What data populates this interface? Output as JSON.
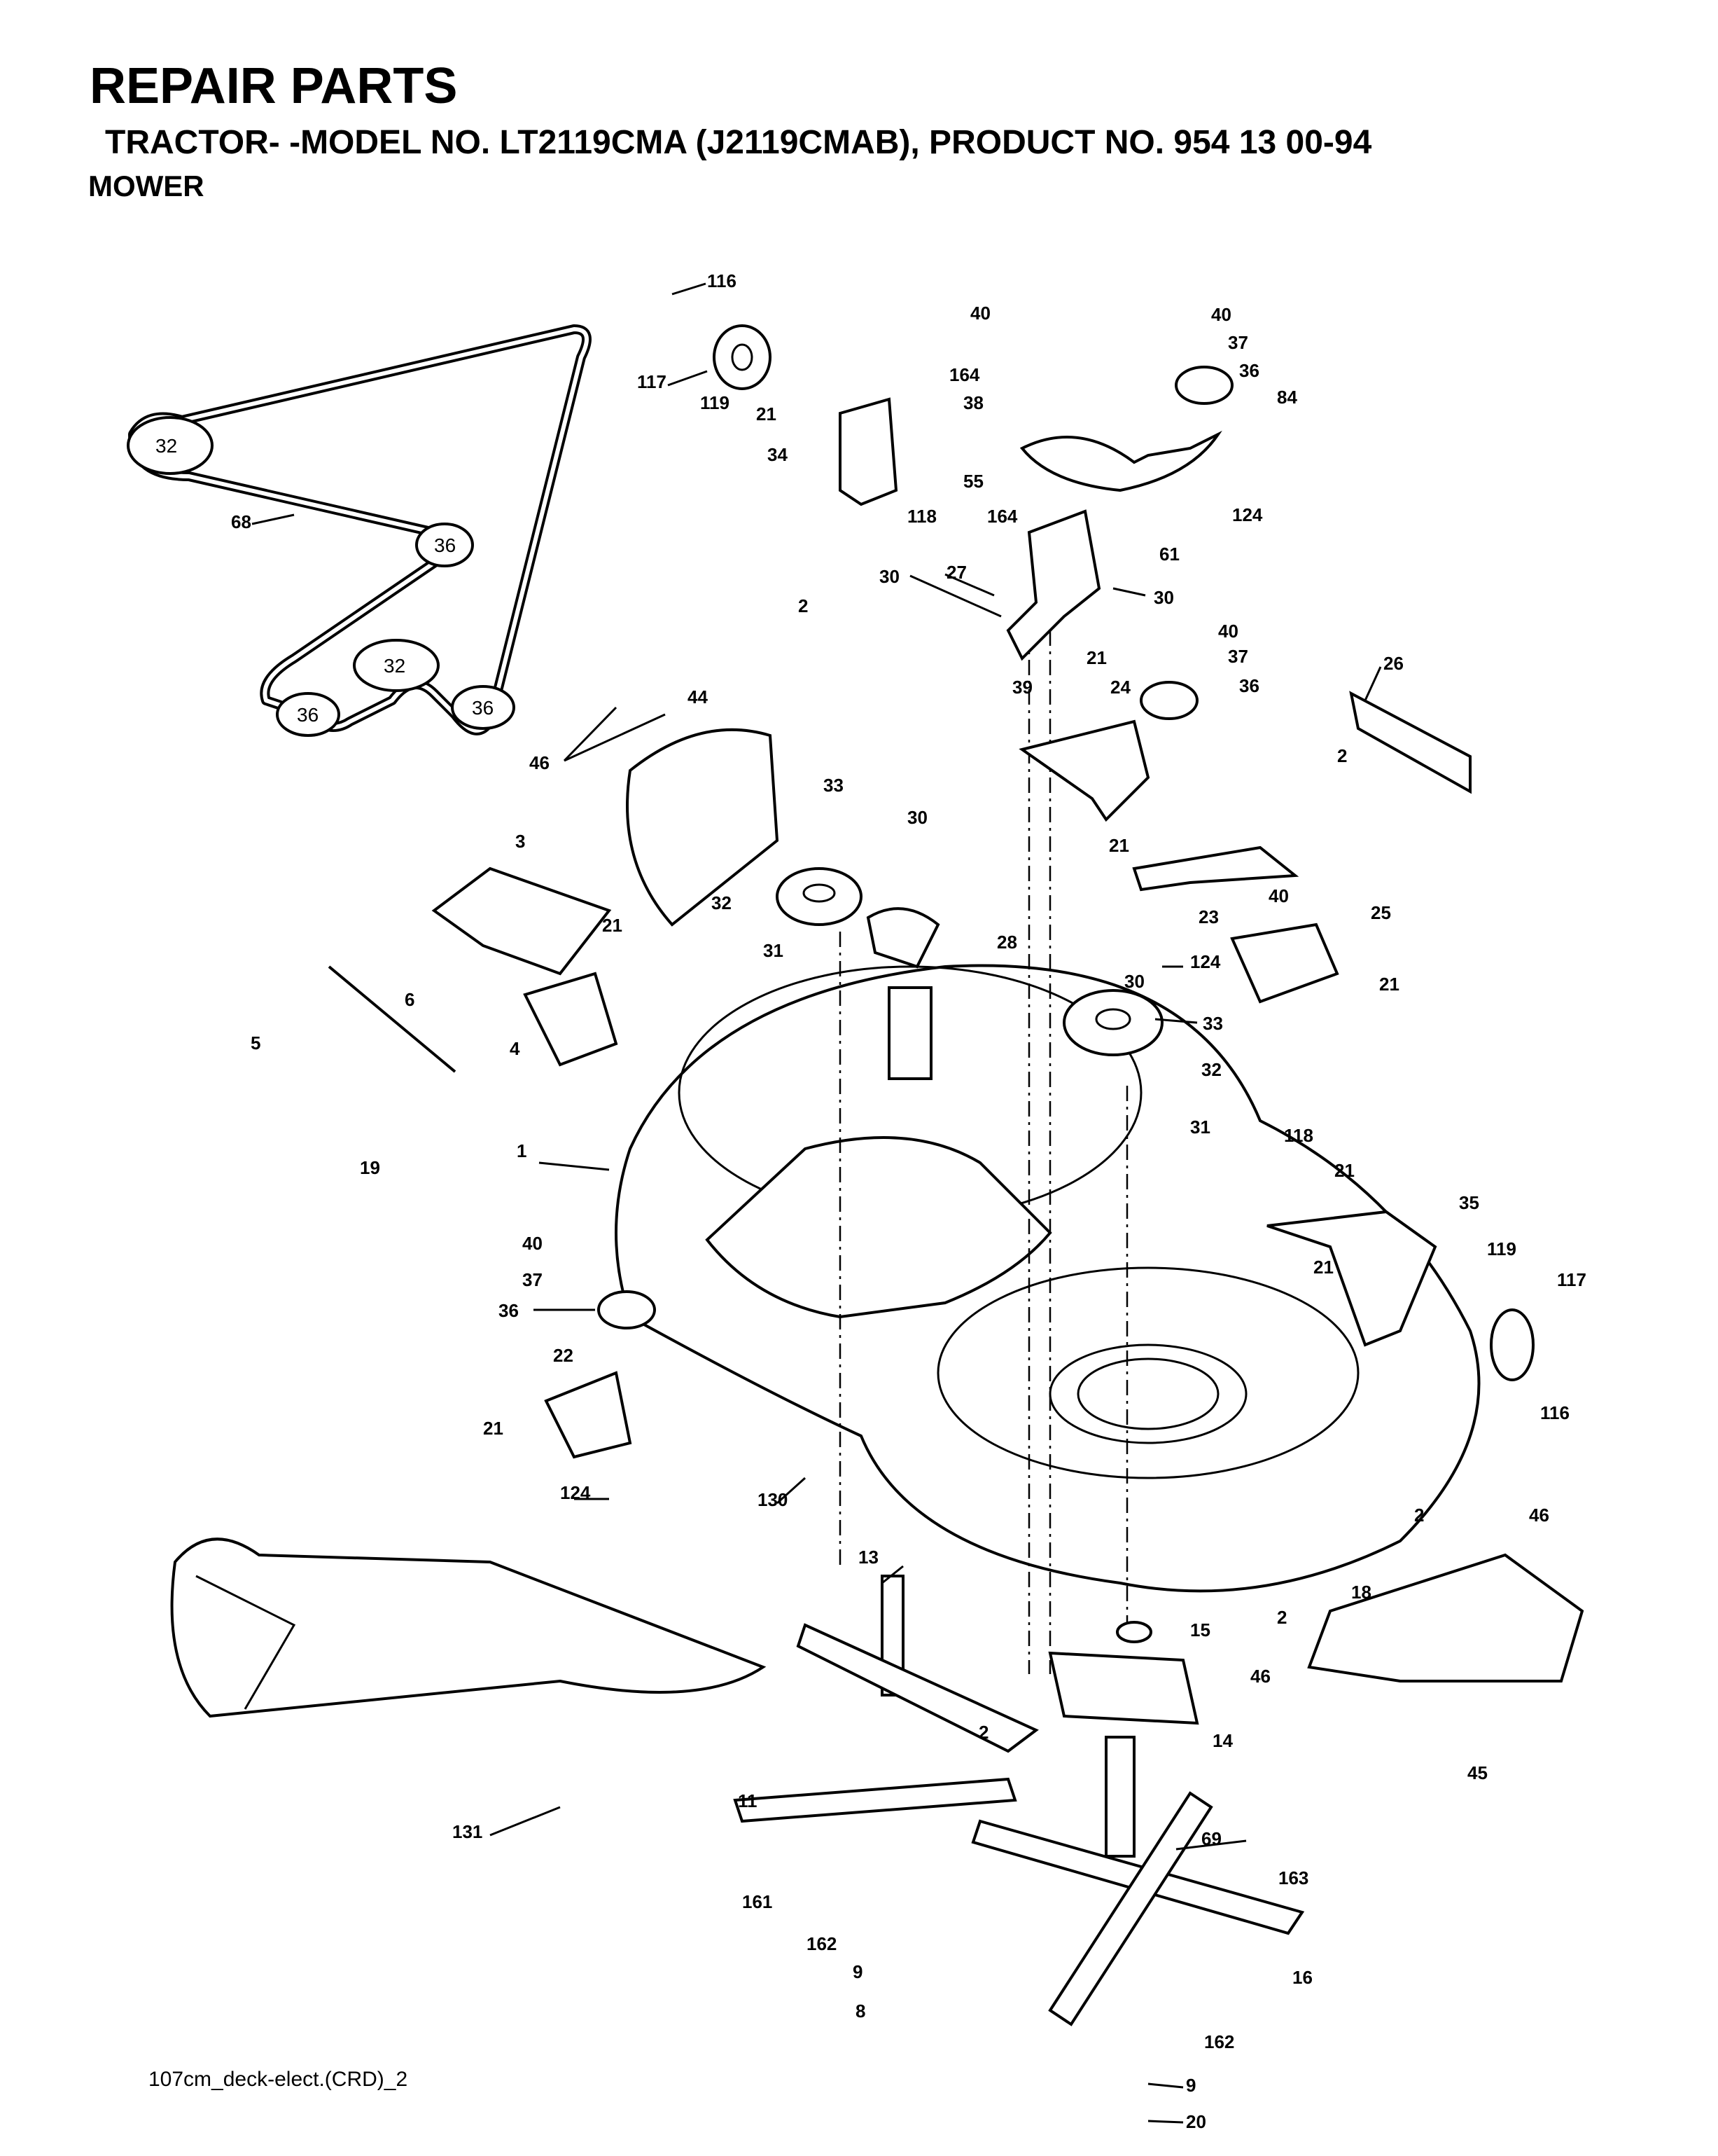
{
  "header": {
    "title": "REPAIR PARTS",
    "subtitle": "TRACTOR- -MODEL NO. LT2119CMA (J2119CMAB), PRODUCT NO. 954 13 00-94",
    "section": "MOWER"
  },
  "footer": {
    "drawing_id": "107cm_deck-elect.(CRD)_2"
  },
  "belt_pulley_labels": [
    "32",
    "36",
    "32",
    "36",
    "36"
  ],
  "callouts": [
    "116",
    "117",
    "119",
    "21",
    "34",
    "118",
    "40",
    "164",
    "38",
    "55",
    "164",
    "40",
    "37",
    "36",
    "84",
    "124",
    "68",
    "61",
    "30",
    "27",
    "30",
    "2",
    "40",
    "37",
    "36",
    "21",
    "39",
    "24",
    "26",
    "2",
    "46",
    "44",
    "33",
    "30",
    "32",
    "31",
    "28",
    "21",
    "23",
    "3",
    "21",
    "6",
    "5",
    "4",
    "19",
    "40",
    "124",
    "25",
    "21",
    "30",
    "33",
    "32",
    "31",
    "118",
    "21",
    "1",
    "40",
    "37",
    "36",
    "35",
    "21",
    "119",
    "117",
    "116",
    "22",
    "21",
    "124",
    "130",
    "2",
    "46",
    "13",
    "15",
    "18",
    "2",
    "46",
    "45",
    "2",
    "14",
    "11",
    "131",
    "69",
    "163",
    "161",
    "162",
    "9",
    "8",
    "16",
    "162",
    "9",
    "20"
  ]
}
